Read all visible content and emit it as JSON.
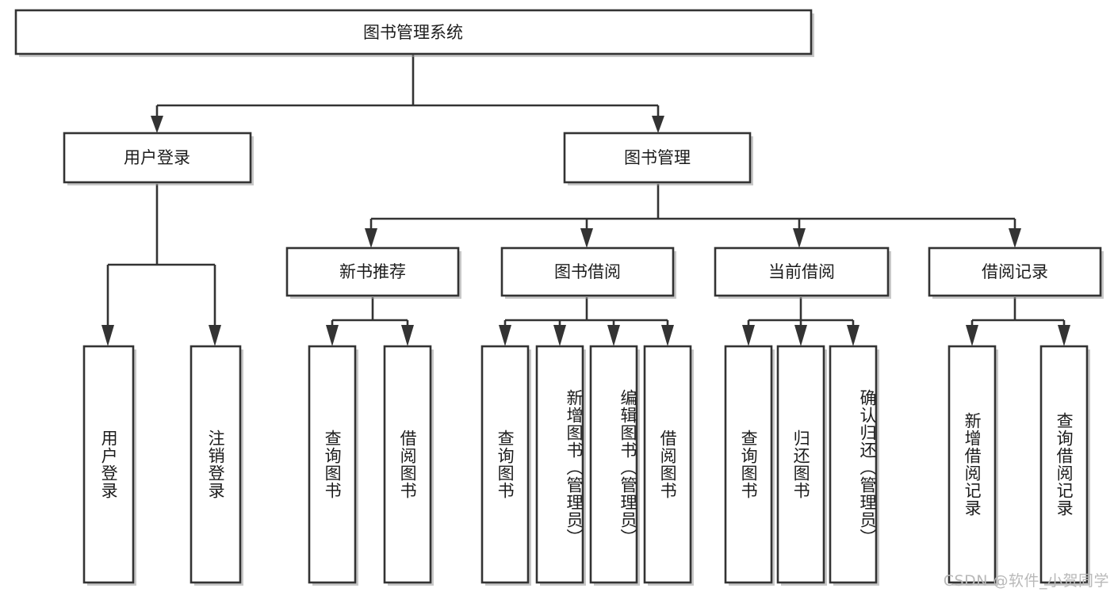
{
  "diagram": {
    "type": "tree",
    "title": "图书管理系统",
    "watermark": "CSDN @软件_小贺同学",
    "colors": {
      "box_stroke": "#333333",
      "box_fill": "#ffffff",
      "text": "#1c1c1c",
      "background": "#ffffff",
      "watermark": "#b9b9b9"
    },
    "nodes": {
      "root": {
        "label": "图书管理系统",
        "orientation": "horizontal"
      },
      "level1": [
        {
          "label": "用户登录",
          "orientation": "horizontal"
        },
        {
          "label": "图书管理",
          "orientation": "horizontal"
        }
      ],
      "level2": [
        {
          "label": "新书推荐",
          "orientation": "horizontal"
        },
        {
          "label": "图书借阅",
          "orientation": "horizontal"
        },
        {
          "label": "当前借阅",
          "orientation": "horizontal"
        },
        {
          "label": "借阅记录",
          "orientation": "horizontal"
        }
      ],
      "leaves": {
        "user_login": [
          {
            "label": "用户登录",
            "orientation": "vertical"
          },
          {
            "label": "注销登录",
            "orientation": "vertical"
          }
        ],
        "new_book_recommend": [
          {
            "label": "查询图书",
            "orientation": "vertical"
          },
          {
            "label": "借阅图书",
            "orientation": "vertical"
          }
        ],
        "book_borrow": [
          {
            "label": "查询图书",
            "orientation": "vertical"
          },
          {
            "label": "新增图书（管理员）",
            "orientation": "vertical"
          },
          {
            "label": "编辑图书（管理员）",
            "orientation": "vertical"
          },
          {
            "label": "借阅图书",
            "orientation": "vertical"
          }
        ],
        "current_borrow": [
          {
            "label": "查询图书",
            "orientation": "vertical"
          },
          {
            "label": "归还图书",
            "orientation": "vertical"
          },
          {
            "label": "确认归还（管理员）",
            "orientation": "vertical"
          }
        ],
        "borrow_record": [
          {
            "label": "新增借阅记录",
            "orientation": "vertical"
          },
          {
            "label": "查询借阅记录",
            "orientation": "vertical"
          }
        ]
      }
    },
    "edges": [
      {
        "from": "图书管理系统",
        "to": "用户登录"
      },
      {
        "from": "图书管理系统",
        "to": "图书管理"
      },
      {
        "from": "用户登录",
        "to": "用户登录"
      },
      {
        "from": "用户登录",
        "to": "注销登录"
      },
      {
        "from": "图书管理",
        "to": "新书推荐"
      },
      {
        "from": "图书管理",
        "to": "图书借阅"
      },
      {
        "from": "图书管理",
        "to": "当前借阅"
      },
      {
        "from": "图书管理",
        "to": "借阅记录"
      },
      {
        "from": "新书推荐",
        "to": "查询图书"
      },
      {
        "from": "新书推荐",
        "to": "借阅图书"
      },
      {
        "from": "图书借阅",
        "to": "查询图书"
      },
      {
        "from": "图书借阅",
        "to": "新增图书（管理员）"
      },
      {
        "from": "图书借阅",
        "to": "编辑图书（管理员）"
      },
      {
        "from": "图书借阅",
        "to": "借阅图书"
      },
      {
        "from": "当前借阅",
        "to": "查询图书"
      },
      {
        "from": "当前借阅",
        "to": "归还图书"
      },
      {
        "from": "当前借阅",
        "to": "确认归还（管理员）"
      },
      {
        "from": "借阅记录",
        "to": "新增借阅记录"
      },
      {
        "from": "借阅记录",
        "to": "查询借阅记录"
      }
    ]
  }
}
